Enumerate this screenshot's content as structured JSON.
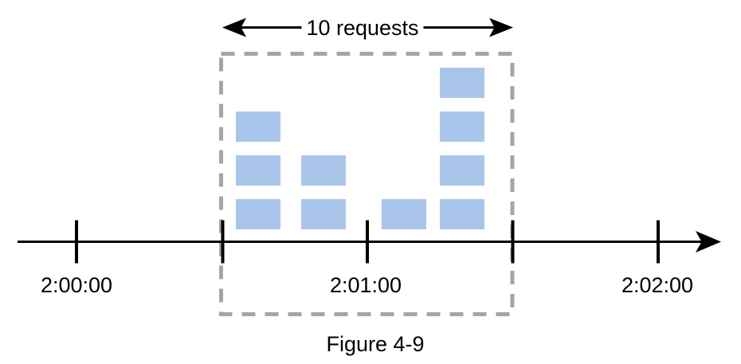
{
  "figure": {
    "caption": "Figure 4-9"
  },
  "annotation": {
    "window_label": "10 requests"
  },
  "timeline": {
    "tick_labels": [
      "2:00:00",
      "2:01:00",
      "2:02:00"
    ]
  },
  "chart_data": {
    "type": "bar",
    "title": "10 requests",
    "x_tick_labels": [
      "2:00:00",
      "2:01:00",
      "2:02:00"
    ],
    "request_clusters": [
      3,
      2,
      1,
      4
    ],
    "total_requests": 10,
    "window_label": "10 requests",
    "legend": "none",
    "grid": false
  },
  "colors": {
    "request_fill": "#a9c6ea",
    "window_dash": "#a5a5a5",
    "axis": "#000000"
  }
}
